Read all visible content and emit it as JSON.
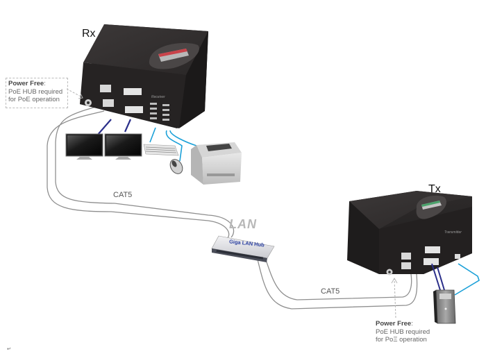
{
  "diagram": {
    "receiver": {
      "title": "Rx",
      "device_label": "Receiver"
    },
    "transmitter": {
      "title": "Tx",
      "device_label": "Transmitter"
    },
    "network": {
      "lan_label": "LAN",
      "hub_label": "Giga LAN Hub",
      "cable_label_rx": "CAT5",
      "cable_label_tx": "CAT5"
    },
    "notes": {
      "rx": {
        "heading": "Power Free",
        "heading_suffix": ":",
        "line1": "PoE HUB required",
        "line2": "for PoE operation"
      },
      "tx": {
        "heading": "Power Free",
        "heading_suffix": ":",
        "line1": "PoE HUB required",
        "line2": "for PoΞ operation"
      }
    },
    "peripherals_rx": [
      "monitor",
      "monitor",
      "keyboard",
      "mouse",
      "printer"
    ],
    "peripherals_tx": [
      "pc-tower"
    ],
    "corner_mark": "↵",
    "colors": {
      "device_body": "#2b2828",
      "device_top": "#3a3636",
      "cat5_cable": "#9a9a9a",
      "dvi_cable": "#2b2f8a",
      "usb_cable": "#1aa0d8",
      "lan_text": "#b8b8b8",
      "hub_text": "#2a3fa0"
    }
  }
}
